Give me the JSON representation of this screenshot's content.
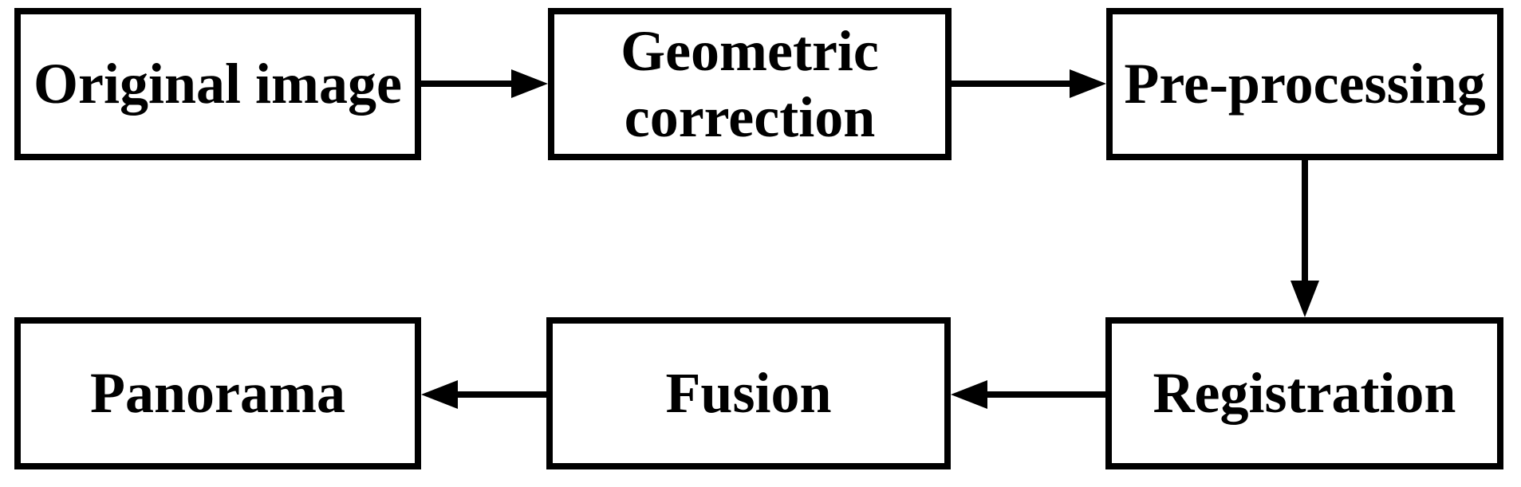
{
  "diagram": {
    "type": "flowchart",
    "description": "Image stitching / panorama generation pipeline",
    "colors": {
      "background": "#ffffff",
      "box_fill": "#ffffff",
      "box_border": "#000000",
      "text": "#000000",
      "arrow": "#000000"
    },
    "nodes": [
      {
        "id": "original-image",
        "label": "Original image"
      },
      {
        "id": "geometric-correction",
        "label": "Geometric correction"
      },
      {
        "id": "pre-processing",
        "label": "Pre-processing"
      },
      {
        "id": "registration",
        "label": "Registration"
      },
      {
        "id": "fusion",
        "label": "Fusion"
      },
      {
        "id": "panorama",
        "label": "Panorama"
      }
    ],
    "edges": [
      {
        "from": "original-image",
        "to": "geometric-correction",
        "direction": "right"
      },
      {
        "from": "geometric-correction",
        "to": "pre-processing",
        "direction": "right"
      },
      {
        "from": "pre-processing",
        "to": "registration",
        "direction": "down"
      },
      {
        "from": "registration",
        "to": "fusion",
        "direction": "left"
      },
      {
        "from": "fusion",
        "to": "panorama",
        "direction": "left"
      }
    ]
  }
}
